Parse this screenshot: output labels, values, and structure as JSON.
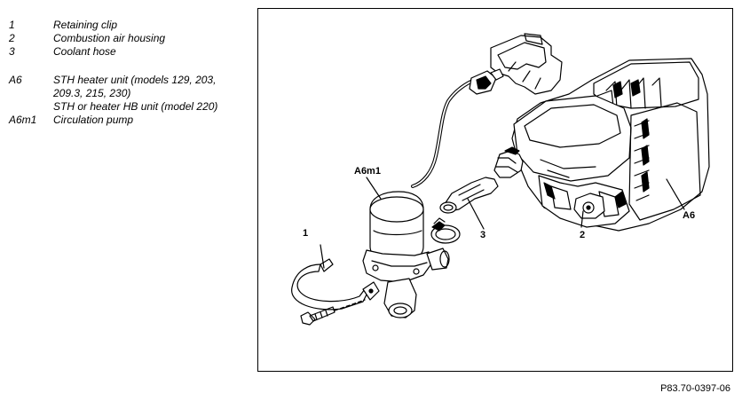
{
  "legend": [
    {
      "key": "1",
      "text": "Retaining clip"
    },
    {
      "key": "2",
      "text": "Combustion air housing"
    },
    {
      "key": "3",
      "text": "Coolant hose"
    },
    {
      "key": "A6",
      "text": "STH heater unit (models 129, 203,"
    },
    {
      "key": "",
      "text": "209.3, 215, 230)"
    },
    {
      "key": "",
      "text": "STH or heater HB unit (model 220)"
    },
    {
      "key": "A6m1",
      "text": "Circulation pump"
    }
  ],
  "callouts": {
    "clip": "1",
    "housing": "2",
    "hose": "3",
    "heater": "A6",
    "pump": "A6m1"
  },
  "figure_ref": "P83.70-0397-06"
}
